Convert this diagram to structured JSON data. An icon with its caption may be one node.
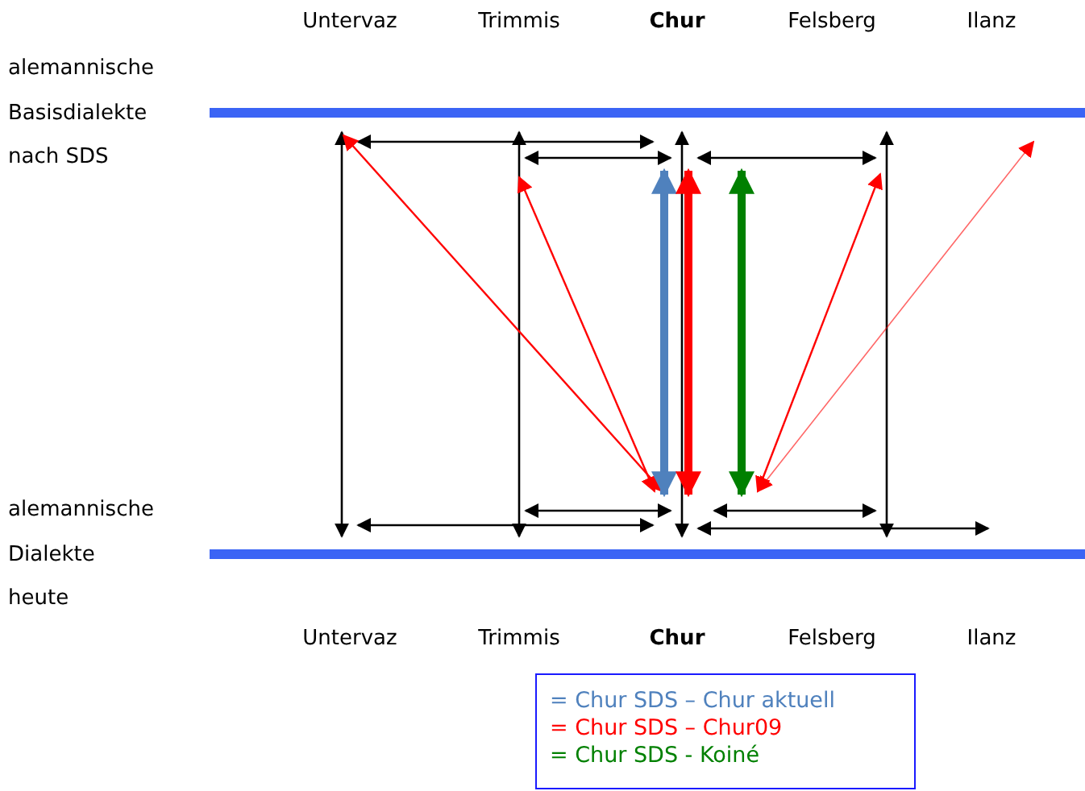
{
  "diagram": {
    "labels": [
      "Untervaz",
      "Trimmis",
      "Chur",
      "Felsberg",
      "Ilanz",
      "alemannische Basisdialekte nach SDS",
      "alemannische Dialekte heute",
      "Untervaz",
      "Trimmis",
      "Chur",
      "Felsberg",
      "Ilanz"
    ],
    "legend": [
      {
        "text": "= Chur SDS – Chur aktuell",
        "color": "#4f81bd"
      },
      {
        "text": "= Chur SDS – Chur09",
        "color": "#ff0000"
      },
      {
        "text": "= Chur SDS - Koiné",
        "color": "#008000"
      }
    ]
  }
}
